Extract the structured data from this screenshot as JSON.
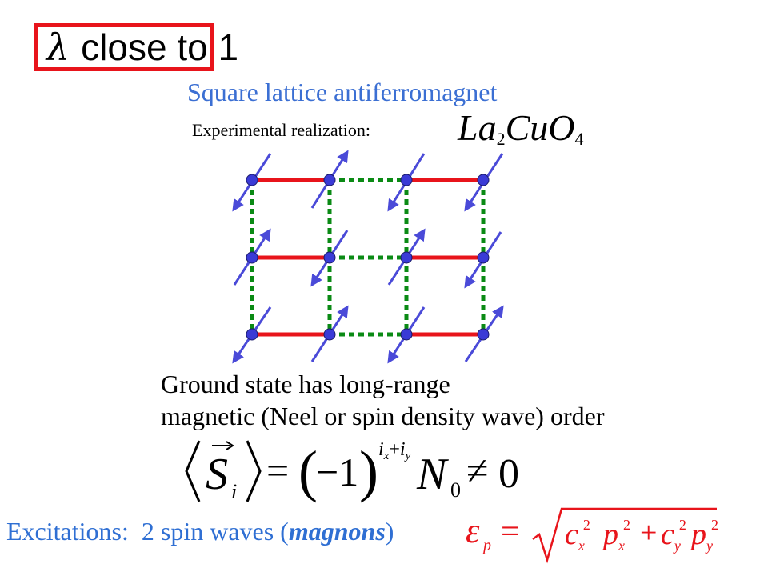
{
  "title": {
    "symbol": "λ",
    "text": "close to 1"
  },
  "heading": "Square lattice antiferromagnet",
  "experimental": {
    "label": "Experimental realization:",
    "formula": {
      "part1": "La",
      "sub1": "2",
      "part2": "CuO",
      "sub2": "4"
    }
  },
  "ground_state": {
    "line1": "Ground state has long-range",
    "line2": "magnetic (Neel or spin density wave) order"
  },
  "order_equation": {
    "S": "S",
    "i": "i",
    "equals": "=",
    "minus_one": "−1",
    "exponent": "i",
    "exp_x": "x",
    "exp_plus": "+",
    "exp_y": "y",
    "N": "N",
    "zero_sub": "0",
    "neq": "≠",
    "zero": "0"
  },
  "excitations": {
    "label": "Excitations:",
    "text_pre": "2 spin waves (",
    "emphasis": "magnons",
    "text_post": ")"
  },
  "dispersion": {
    "epsilon": "ε",
    "p_sub": "p",
    "equals": "=",
    "c": "c",
    "x": "x",
    "y": "y",
    "two": "2",
    "p": "p",
    "plus": "+"
  },
  "colors": {
    "red": "#e8141b",
    "green": "#0a8a14",
    "blue": "#3b6fd3",
    "site": "#3a3ad6",
    "spin": "#4a4ad8"
  }
}
